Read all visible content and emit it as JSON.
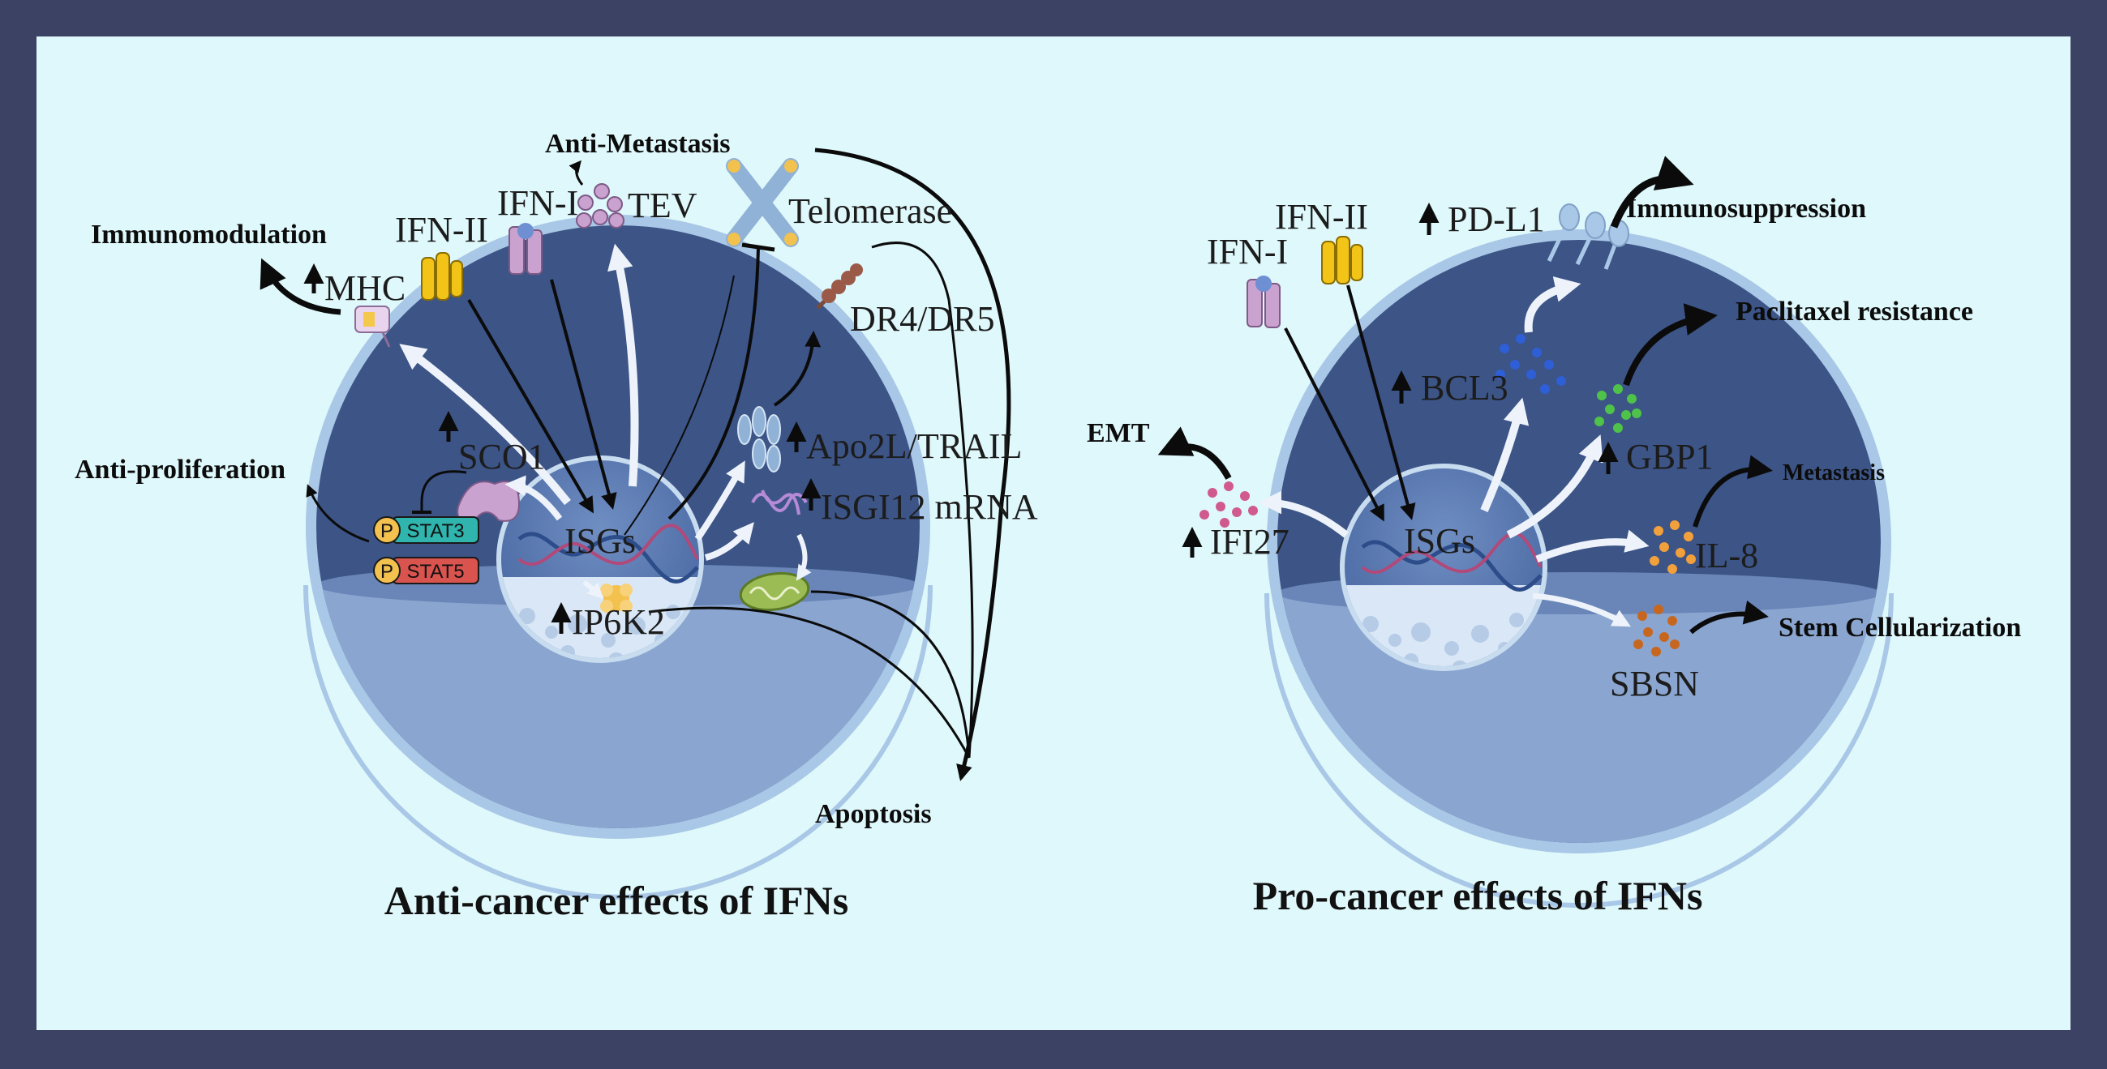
{
  "left_panel": {
    "title": "Anti-cancer effects of IFNs",
    "nucleus_label": "ISGs",
    "receptors": {
      "ifn1": "IFN-I",
      "ifn2": "IFN-II"
    },
    "labels": {
      "mhc": "MHC",
      "tev": "TEV",
      "telomerase": "Telomerase",
      "dr45": "DR4/DR5",
      "apo2l": "Apo2L/TRAIL",
      "isg12": "ISGI12 mRNA",
      "sco1": "SCO1",
      "ip6k2": "IP6K2",
      "stat3": "STAT3",
      "stat5": "STAT5",
      "phospho": "P"
    },
    "effects": {
      "immunomodulation": "Immunomodulation",
      "anti_metastasis": "Anti-Metastasis",
      "anti_proliferation": "Anti-proliferation",
      "apoptosis": "Apoptosis"
    }
  },
  "right_panel": {
    "title": "Pro-cancer effects of IFNs",
    "nucleus_label": "ISGs",
    "receptors": {
      "ifn1": "IFN-I",
      "ifn2": "IFN-II"
    },
    "labels": {
      "pdl1": "PD-L1",
      "bcl3": "BCL3",
      "gbp1": "GBP1",
      "ifi27": "IFI27",
      "il8": "IL-8",
      "sbsn": "SBSN"
    },
    "effects": {
      "immunosuppression": "Immunosuppression",
      "paclitaxel": "Paclitaxel resistance",
      "emt": "EMT",
      "metastasis": "Metastasis",
      "stem": "Stem Cellularization"
    }
  },
  "colors": {
    "frame": "#3b4264",
    "background": "#dff8fb",
    "cell_dark": "#3c5486",
    "cell_light": "#8aa6d0",
    "membrane": "#a9c7e6"
  }
}
